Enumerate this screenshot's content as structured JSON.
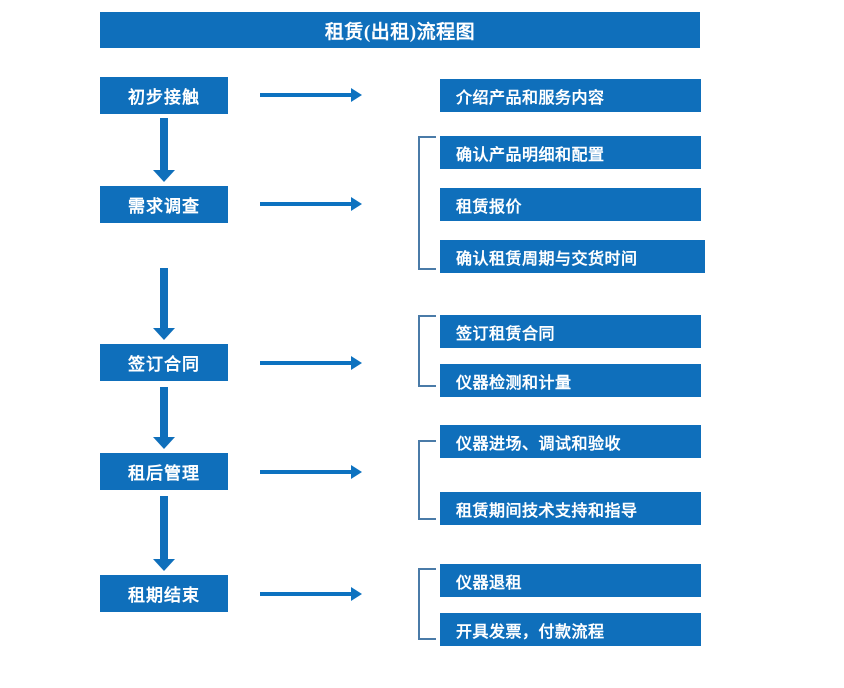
{
  "diagram": {
    "title": "租赁(出租)流程图",
    "colors": {
      "box_blue": "#0f6fbb",
      "arrow_blue": "#0d72c0",
      "bracket_blue": "#4a7ba8",
      "text_white": "#ffffff",
      "background": "#ffffff"
    },
    "stages": [
      {
        "label": "初步接触"
      },
      {
        "label": "需求调查"
      },
      {
        "label": "签订合同"
      },
      {
        "label": "租后管理"
      },
      {
        "label": "租期结束"
      }
    ],
    "details": [
      {
        "label": "介绍产品和服务内容"
      },
      {
        "label": "确认产品明细和配置"
      },
      {
        "label": "租赁报价"
      },
      {
        "label": "确认租赁周期与交货时间"
      },
      {
        "label": "签订租赁合同"
      },
      {
        "label": "仪器检测和计量"
      },
      {
        "label": "仪器进场、调试和验收"
      },
      {
        "label": "租赁期间技术支持和指导"
      },
      {
        "label": "仪器退租"
      },
      {
        "label": "开具发票，付款流程"
      }
    ]
  }
}
